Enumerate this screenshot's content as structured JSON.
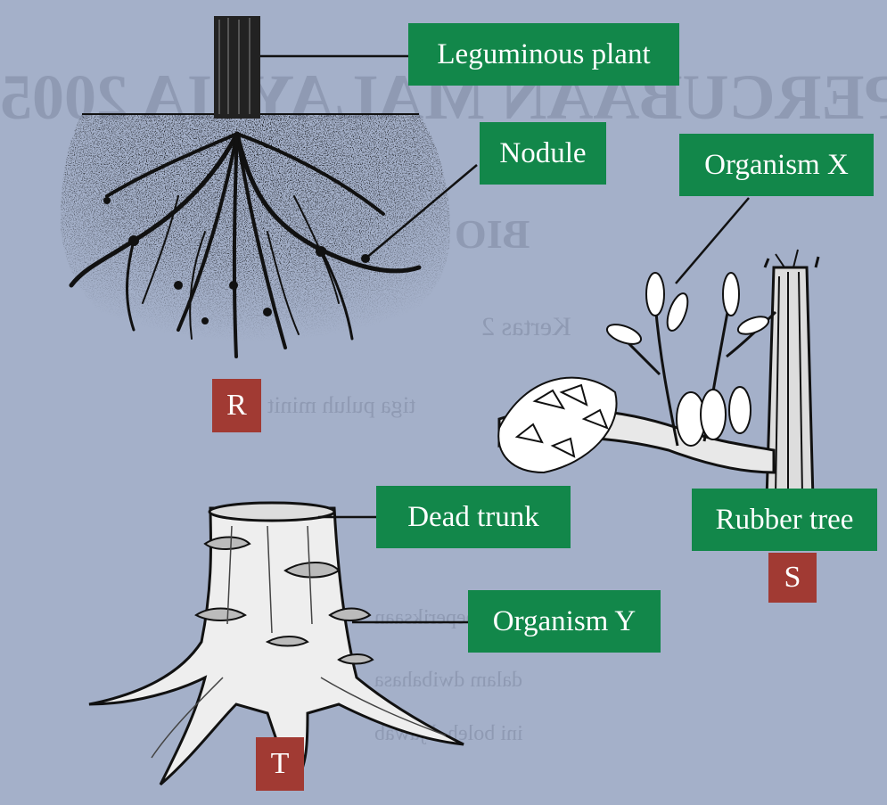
{
  "colors": {
    "background": "#a4b0c9",
    "label_fill": "#12874a",
    "tag_fill": "#a13a33",
    "ink": "#111111"
  },
  "labels": {
    "leguminous_plant": "Leguminous plant",
    "nodule": "Nodule",
    "organism_x": "Organism X",
    "rubber_tree": "Rubber tree",
    "dead_trunk": "Dead trunk",
    "organism_y": "Organism Y"
  },
  "tags": {
    "r": "R",
    "s": "S",
    "t": "T"
  }
}
